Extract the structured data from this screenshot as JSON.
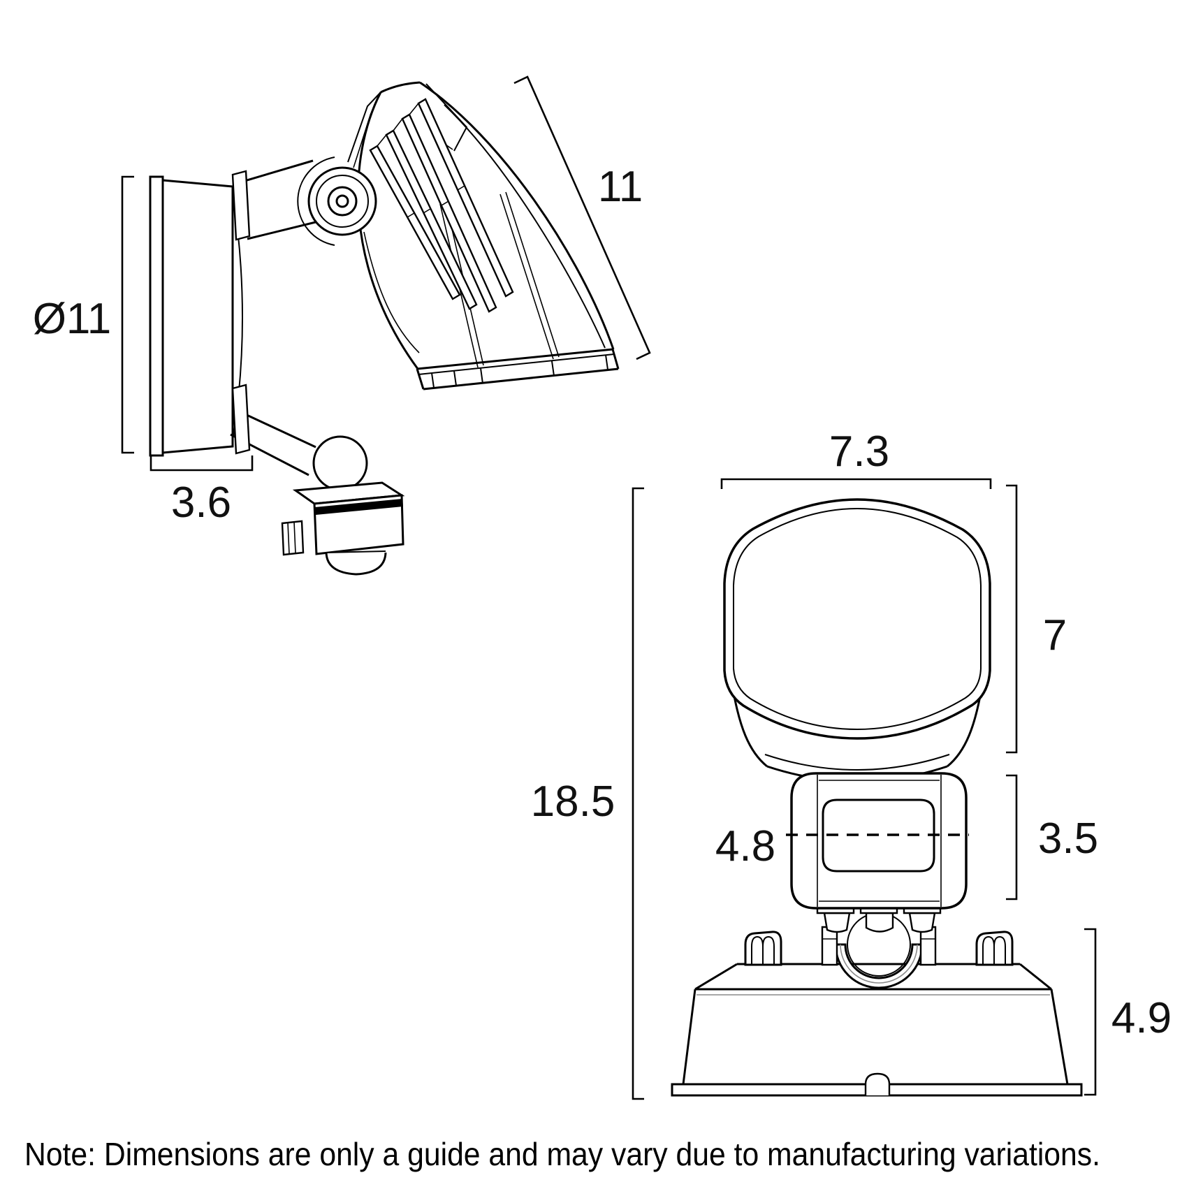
{
  "note": "Note: Dimensions are only a guide and may vary due to manufacturing variations.",
  "colors": {
    "line": "#000000",
    "background": "#ffffff",
    "dimension_text": "#111111"
  },
  "side_view": {
    "dims": {
      "diameter": "Ø11",
      "base_depth": "3.6",
      "head_length": "11"
    }
  },
  "front_view": {
    "dims": {
      "head_width": "7.3",
      "head_height": "7",
      "overall_height": "18.5",
      "sensor_width": "4.8",
      "sensor_height": "3.5",
      "base_height": "4.9"
    }
  }
}
